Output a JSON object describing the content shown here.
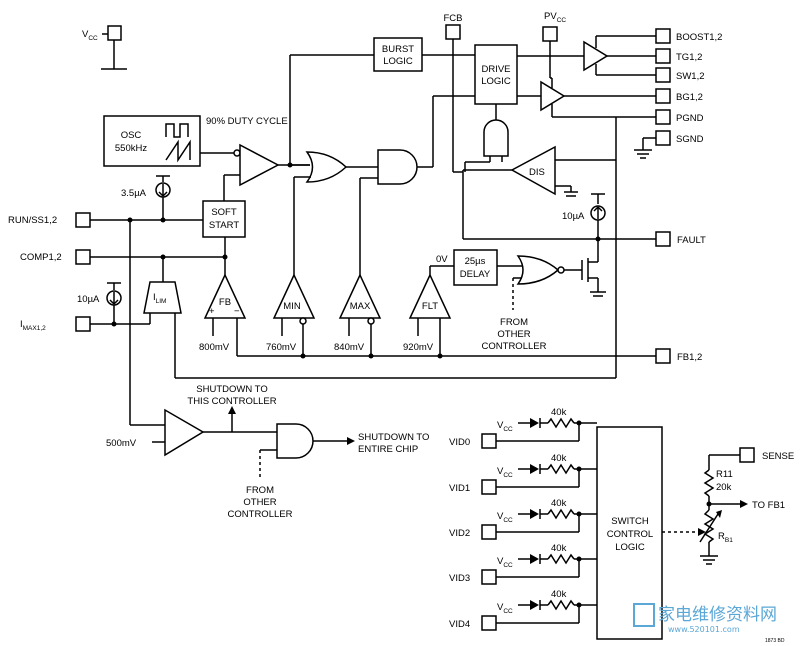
{
  "pins": {
    "vcc": "V",
    "vcc_sub": "CC",
    "fcb": "FCB",
    "pvcc": "PV",
    "pvcc_sub": "CC",
    "boost": "BOOST1,2",
    "tg": "TG1,2",
    "sw": "SW1,2",
    "bg": "BG1,2",
    "pgnd": "PGND",
    "sgnd": "SGND",
    "fault": "FAULT",
    "fb": "FB1,2",
    "run": "RUN/SS1,2",
    "comp": "COMP1,2",
    "imax": "I",
    "imax_sub": "MAX1,2",
    "sense": "SENSE"
  },
  "blocks": {
    "burst": [
      "BURST",
      "LOGIC"
    ],
    "drive": [
      "DRIVE",
      "LOGIC"
    ],
    "osc": [
      "OSC",
      "550kHz"
    ],
    "soft": [
      "SOFT",
      "START"
    ],
    "delay": [
      "25µs",
      "DELAY"
    ],
    "switch": [
      "SWITCH",
      "CONTROL",
      "LOGIC"
    ]
  },
  "labels": {
    "duty": "90% DUTY CYCLE",
    "dis": "DIS",
    "i35": "3.5µA",
    "i10a": "10µA",
    "i10b": "10µA",
    "ilim": "I",
    "ilim_sub": "LIM",
    "fb_amp": "FB",
    "min": "MIN",
    "max": "MAX",
    "flt": "FLT",
    "plus": "+",
    "minus": "−",
    "v800": "800mV",
    "v760": "760mV",
    "v840": "840mV",
    "v920": "920mV",
    "v0": "0V",
    "from_other_1": [
      "FROM",
      "OTHER",
      "CONTROLLER"
    ],
    "shutdown_this": [
      "SHUTDOWN TO",
      "THIS CONTROLLER"
    ],
    "v500": "500mV",
    "shutdown_chip": [
      "SHUTDOWN TO",
      "ENTIRE CHIP"
    ],
    "from_other_2": [
      "FROM",
      "OTHER",
      "CONTROLLER"
    ],
    "res40k": "40k",
    "r11": "R11",
    "r20k": "20k",
    "rb1": "R",
    "rb1_sub": "B1",
    "to_fb1": "TO FB1",
    "fig_id": "1873 BD"
  },
  "vid": {
    "vcc": "V",
    "vcc_sub": "CC",
    "pins": [
      "VID0",
      "VID1",
      "VID2",
      "VID3",
      "VID4"
    ]
  },
  "watermark": {
    "cn": "家电维修资料网",
    "url": "www.520101.com"
  }
}
